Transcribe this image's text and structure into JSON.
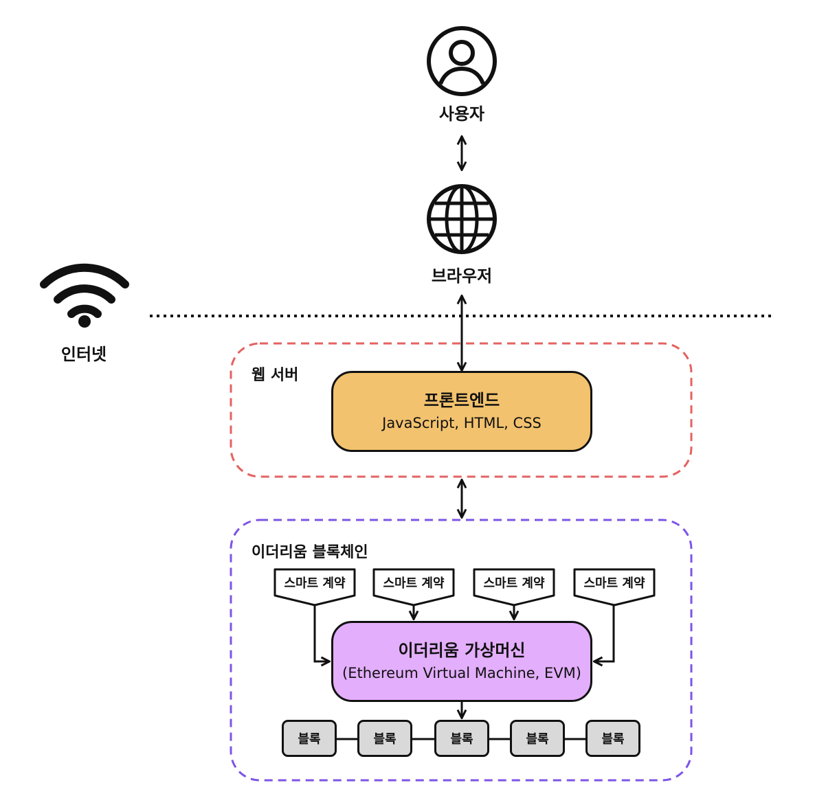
{
  "user": {
    "label": "사용자"
  },
  "browser": {
    "label": "브라우저"
  },
  "internet": {
    "label": "인터넷"
  },
  "web_server": {
    "label": "웹 서버",
    "frontend": {
      "title": "프론트엔드",
      "subtitle": "JavaScript, HTML, CSS"
    }
  },
  "blockchain": {
    "label": "이더리움 블록체인",
    "contracts": [
      "스마트 계약",
      "스마트 계약",
      "스마트 계약",
      "스마트 계약"
    ],
    "evm": {
      "title": "이더리움 가상머신",
      "subtitle": "(Ethereum Virtual Machine, EVM)"
    },
    "blocks": [
      "블록",
      "블록",
      "블록",
      "블록",
      "블록"
    ]
  },
  "colors": {
    "frontend_fill": "#f3c26e",
    "evm_fill": "#e3aefb",
    "block_fill": "#d9d9d9",
    "web_server_border": "#e46262",
    "blockchain_border": "#7d55e6"
  }
}
